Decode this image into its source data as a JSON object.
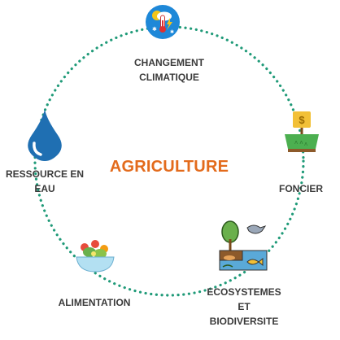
{
  "center_title": "AGRICULTURE",
  "colors": {
    "ring": "#1f9a78",
    "title": "#e36b1c",
    "label": "#3a3a3a"
  },
  "nodes": [
    {
      "id": "climate",
      "lines": [
        "CHANGEMENT",
        "CLIMATIQUE"
      ],
      "icon": "climate-thermometer-icon"
    },
    {
      "id": "land",
      "lines": [
        "FONCIER"
      ],
      "icon": "land-price-sign-icon"
    },
    {
      "id": "eco",
      "lines": [
        "ECOSYSTEMES",
        "ET",
        "BIODIVERSITE"
      ],
      "icon": "ecosystem-tree-bird-fish-icon"
    },
    {
      "id": "food",
      "lines": [
        "ALIMENTATION"
      ],
      "icon": "salad-bowl-icon"
    },
    {
      "id": "water",
      "lines": [
        "RESSOURCE EN",
        "EAU"
      ],
      "icon": "water-drop-icon"
    }
  ]
}
